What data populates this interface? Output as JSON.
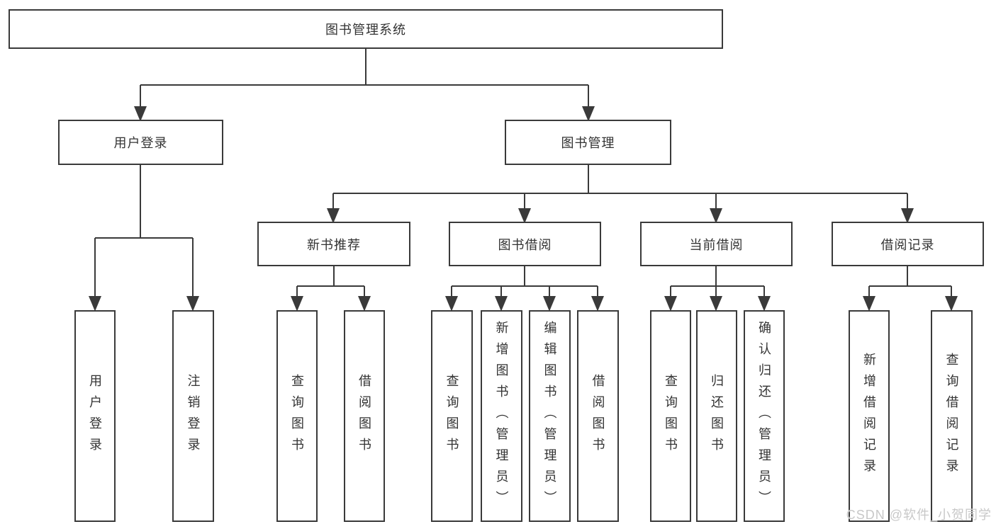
{
  "tree": {
    "root": {
      "label": "图书管理系统",
      "children": [
        {
          "label": "用户登录",
          "children": [
            {
              "label": "用户登录"
            },
            {
              "label": "注销登录"
            }
          ]
        },
        {
          "label": "图书管理",
          "children": [
            {
              "label": "新书推荐",
              "children": [
                {
                  "label": "查询图书"
                },
                {
                  "label": "借阅图书"
                }
              ]
            },
            {
              "label": "图书借阅",
              "children": [
                {
                  "label": "查询图书"
                },
                {
                  "label": "新增图书（管理员）"
                },
                {
                  "label": "编辑图书（管理员）"
                },
                {
                  "label": "借阅图书"
                }
              ]
            },
            {
              "label": "当前借阅",
              "children": [
                {
                  "label": "查询图书"
                },
                {
                  "label": "归还图书"
                },
                {
                  "label": "确认归还（管理员）"
                }
              ]
            },
            {
              "label": "借阅记录",
              "children": [
                {
                  "label": "新增借阅记录"
                },
                {
                  "label": "查询借阅记录"
                }
              ]
            }
          ]
        }
      ]
    }
  },
  "watermark": {
    "text": "CSDN @软件_小贺同学"
  },
  "colors": {
    "line": "#3a3a3a",
    "text": "#333333",
    "watermark": "#c8c8c8",
    "background": "#ffffff"
  }
}
